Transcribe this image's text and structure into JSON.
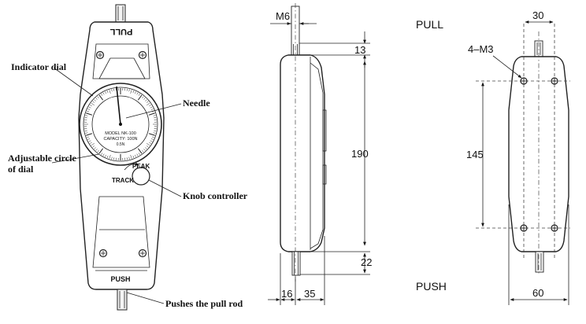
{
  "front_view": {
    "pull_label": "PULL",
    "dial_model_line1": "MODEL NK-100",
    "dial_model_line2": "CAPACITY: 100N",
    "dial_unit": "0.5N",
    "peak_label": "PEAK",
    "track_label": "TRACK",
    "push_label": "PUSH"
  },
  "callouts": {
    "indicator_dial": "Indicator dial",
    "needle": "Needle",
    "adjustable_line1": "Adjustable circle",
    "adjustable_line2": "of dial",
    "knob_controller": "Knob controller",
    "pushes_pull_rod": "Pushes the pull rod"
  },
  "side_view": {
    "thread": "M6",
    "top_rod": "13",
    "body_height": "190",
    "bottom_rod": "22",
    "depth_a": "16",
    "depth_b": "35"
  },
  "back_view": {
    "pull_label": "PULL",
    "push_label": "PUSH",
    "hole_spacing_x": "30",
    "holes": "4–M3",
    "hole_spacing_y": "145",
    "width": "60"
  }
}
